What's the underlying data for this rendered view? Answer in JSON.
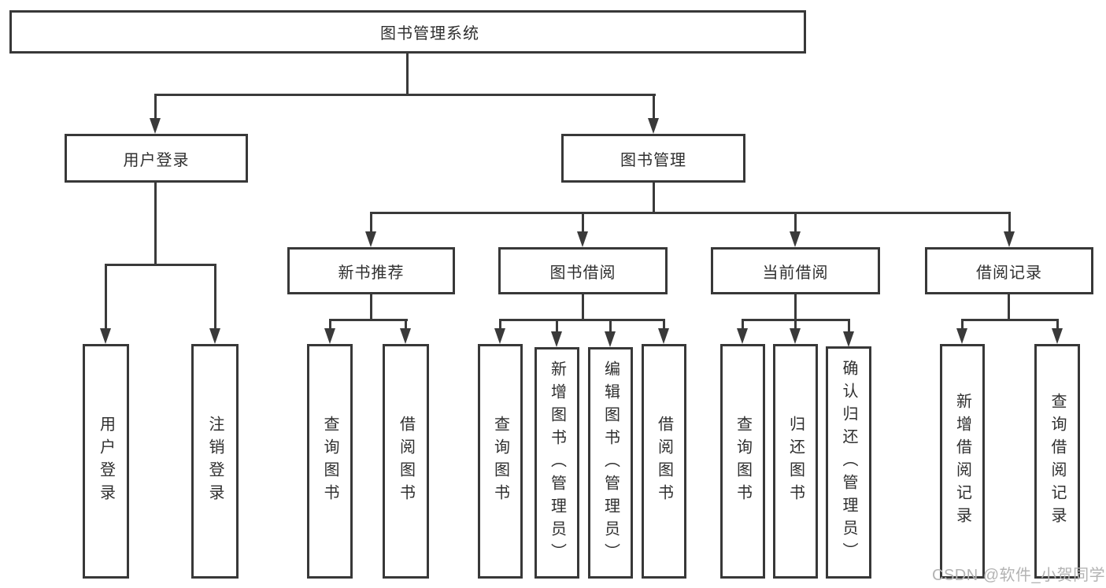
{
  "diagram": {
    "root": {
      "label": "图书管理系统"
    },
    "level2": [
      {
        "label": "用户登录"
      },
      {
        "label": "图书管理"
      }
    ],
    "level3": [
      {
        "label": "新书推荐",
        "parent": "图书管理"
      },
      {
        "label": "图书借阅",
        "parent": "图书管理"
      },
      {
        "label": "当前借阅",
        "parent": "图书管理"
      },
      {
        "label": "借阅记录",
        "parent": "图书管理"
      }
    ],
    "leaves": [
      {
        "label": "用户登录",
        "parent": "用户登录"
      },
      {
        "label": "注销登录",
        "parent": "用户登录"
      },
      {
        "label": "查询图书",
        "parent": "新书推荐"
      },
      {
        "label": "借阅图书",
        "parent": "新书推荐"
      },
      {
        "label": "查询图书",
        "parent": "图书借阅"
      },
      {
        "label": "新增图书（管理员）",
        "parent": "图书借阅"
      },
      {
        "label": "编辑图书（管理员）",
        "parent": "图书借阅"
      },
      {
        "label": "借阅图书",
        "parent": "图书借阅"
      },
      {
        "label": "查询图书",
        "parent": "当前借阅"
      },
      {
        "label": "归还图书",
        "parent": "当前借阅"
      },
      {
        "label": "确认归还（管理员）",
        "parent": "当前借阅"
      },
      {
        "label": "新增借阅记录",
        "parent": "借阅记录"
      },
      {
        "label": "查询借阅记录",
        "parent": "借阅记录"
      }
    ],
    "colors": {
      "box_border": "#383838",
      "connector": "#3a3a3a",
      "text": "#2f2f2f",
      "watermark": "#b3b3b3",
      "background": "#ffffff"
    }
  },
  "watermark": {
    "text": "CSDN @软件_小贺同学"
  }
}
